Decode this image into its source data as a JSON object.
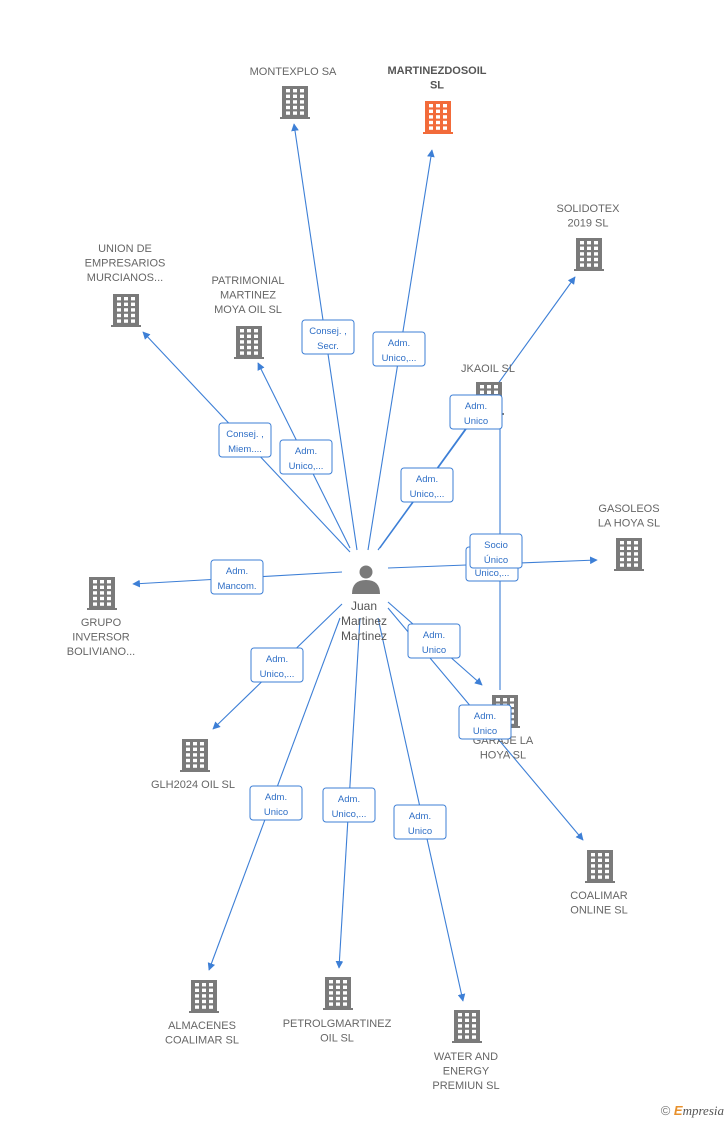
{
  "colors": {
    "building": "#7a7a7a",
    "building_highlight": "#f26b3a",
    "edge": "#3d7fd6",
    "person": "#7a7a7a"
  },
  "person": {
    "icon": "person-icon",
    "label": [
      "Juan",
      "Martinez",
      "Martinez"
    ]
  },
  "companies": [
    {
      "id": "montexplo",
      "label": [
        "MONTEXPLO SA"
      ],
      "highlight": false
    },
    {
      "id": "martinezdosoil",
      "label": [
        "MARTINEZDOSOIL",
        "SL"
      ],
      "highlight": true
    },
    {
      "id": "solidotex",
      "label": [
        "SOLIDOTEX",
        "2019  SL"
      ],
      "highlight": false
    },
    {
      "id": "union",
      "label": [
        "UNION DE",
        "EMPRESARIOS",
        "MURCIANOS..."
      ],
      "highlight": false
    },
    {
      "id": "patrimonial",
      "label": [
        "PATRIMONIAL",
        "MARTINEZ",
        "MOYA OIL  SL"
      ],
      "highlight": false
    },
    {
      "id": "jkaoil",
      "label": [
        "JKAOIL  SL"
      ],
      "highlight": false
    },
    {
      "id": "gasoleos",
      "label": [
        "GASOLEOS",
        "LA HOYA  SL"
      ],
      "highlight": false
    },
    {
      "id": "grupo",
      "label": [
        "GRUPO",
        "INVERSOR",
        "BOLIVIANO..."
      ],
      "highlight": false
    },
    {
      "id": "garaje",
      "label": [
        "GARAJE LA",
        "HOYA SL"
      ],
      "highlight": false
    },
    {
      "id": "glh",
      "label": [
        "GLH2024 OIL  SL"
      ],
      "highlight": false
    },
    {
      "id": "coalimar_online",
      "label": [
        "COALIMAR",
        "ONLINE  SL"
      ],
      "highlight": false
    },
    {
      "id": "almacenes",
      "label": [
        "ALMACENES",
        "COALIMAR SL"
      ],
      "highlight": false
    },
    {
      "id": "petrolg",
      "label": [
        "PETROLGMARTINEZ",
        "OIL  SL"
      ],
      "highlight": false
    },
    {
      "id": "water",
      "label": [
        "WATER AND",
        "ENERGY",
        "PREMIUN  SL"
      ],
      "highlight": false
    }
  ],
  "relations": [
    {
      "id": "r-montexplo",
      "label": [
        "Consej. ,",
        "Secr."
      ]
    },
    {
      "id": "r-martinezdosoil",
      "label": [
        "Adm.",
        "Unico,..."
      ]
    },
    {
      "id": "r-solidotex",
      "label": [
        "Adm.",
        "Unico,..."
      ]
    },
    {
      "id": "r-jkaoil",
      "label": [
        "Adm.",
        "Unico"
      ]
    },
    {
      "id": "r-union",
      "label": [
        "Consej. ,",
        "Miem...."
      ]
    },
    {
      "id": "r-patrimonial",
      "label": [
        "Adm.",
        "Unico,..."
      ]
    },
    {
      "id": "r-gasoleos-back",
      "label": [
        "Adm.",
        "Unico,..."
      ]
    },
    {
      "id": "r-gasoleos",
      "label": [
        "Socio",
        "Único"
      ]
    },
    {
      "id": "r-grupo",
      "label": [
        "Adm.",
        "Mancom."
      ]
    },
    {
      "id": "r-glh",
      "label": [
        "Adm.",
        "Unico,..."
      ]
    },
    {
      "id": "r-garaje",
      "label": [
        "Adm.",
        "Unico"
      ]
    },
    {
      "id": "r-coalimar-online",
      "label": [
        "Adm.",
        "Unico"
      ]
    },
    {
      "id": "r-almacenes",
      "label": [
        "Adm.",
        "Unico"
      ]
    },
    {
      "id": "r-petrolg",
      "label": [
        "Adm.",
        "Unico,..."
      ]
    },
    {
      "id": "r-water",
      "label": [
        "Adm.",
        "Unico"
      ]
    }
  ],
  "footer": {
    "copyright": "©",
    "brand_initial": "E",
    "brand_rest": "mpresia"
  }
}
